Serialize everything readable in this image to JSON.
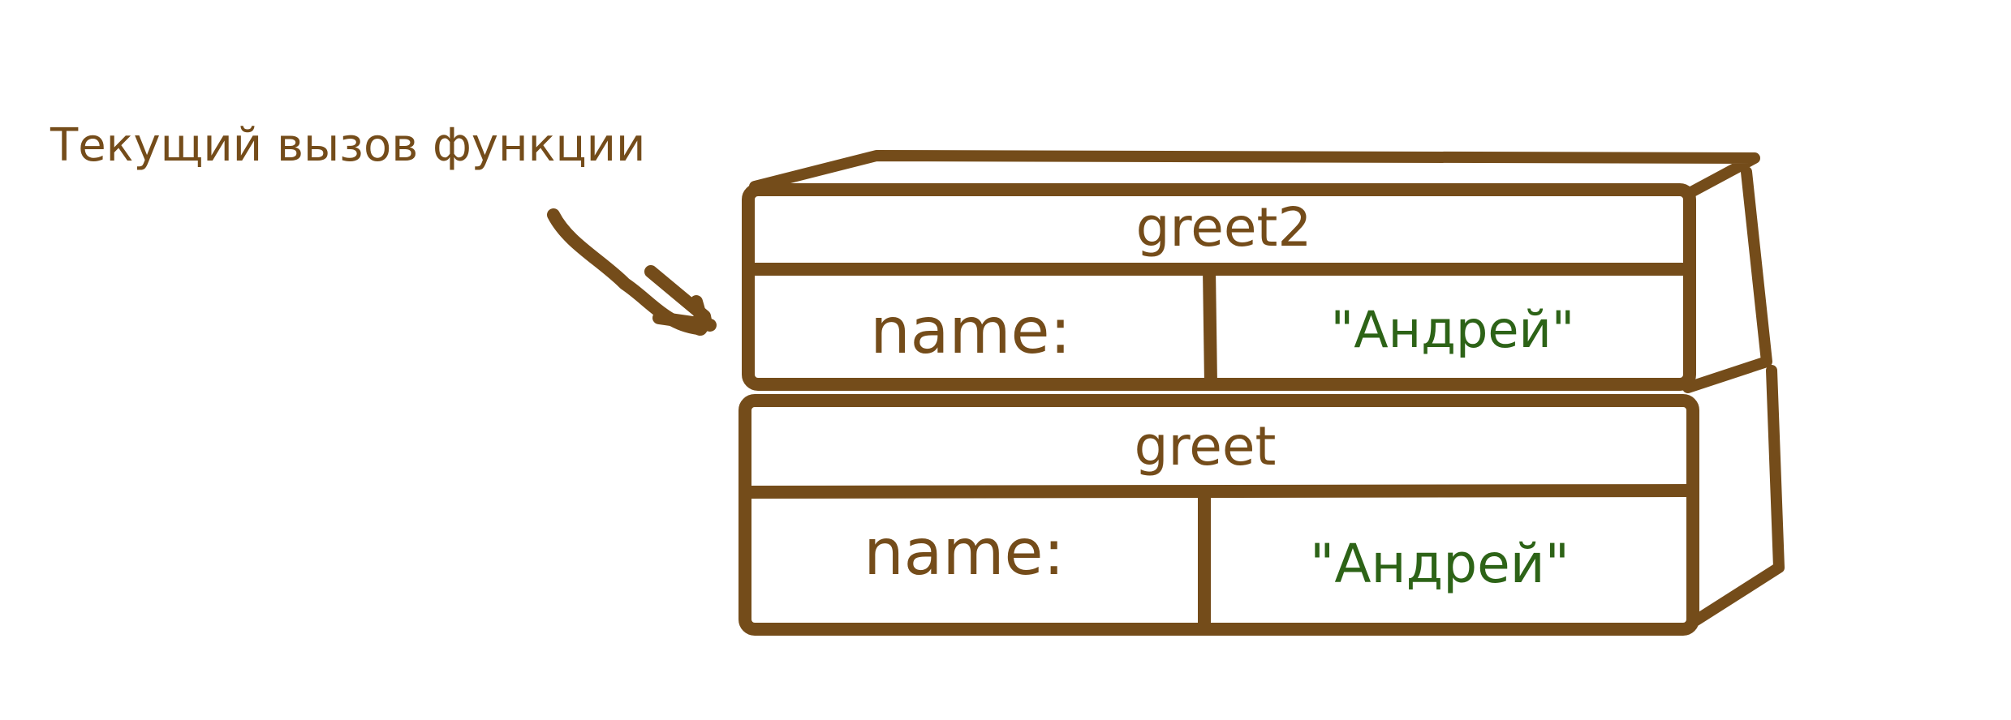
{
  "annotation": {
    "text": "Текущий вызов функции"
  },
  "frames": [
    {
      "function_name": "greet2",
      "variable_name": "name:",
      "variable_value": "\"Андрей\""
    },
    {
      "function_name": "greet",
      "variable_name": "name:",
      "variable_value": "\"Андрей\""
    }
  ],
  "colors": {
    "stroke": "#744c1a",
    "label": "#744c1a",
    "value": "#2d6317",
    "background": "#ffffff"
  }
}
